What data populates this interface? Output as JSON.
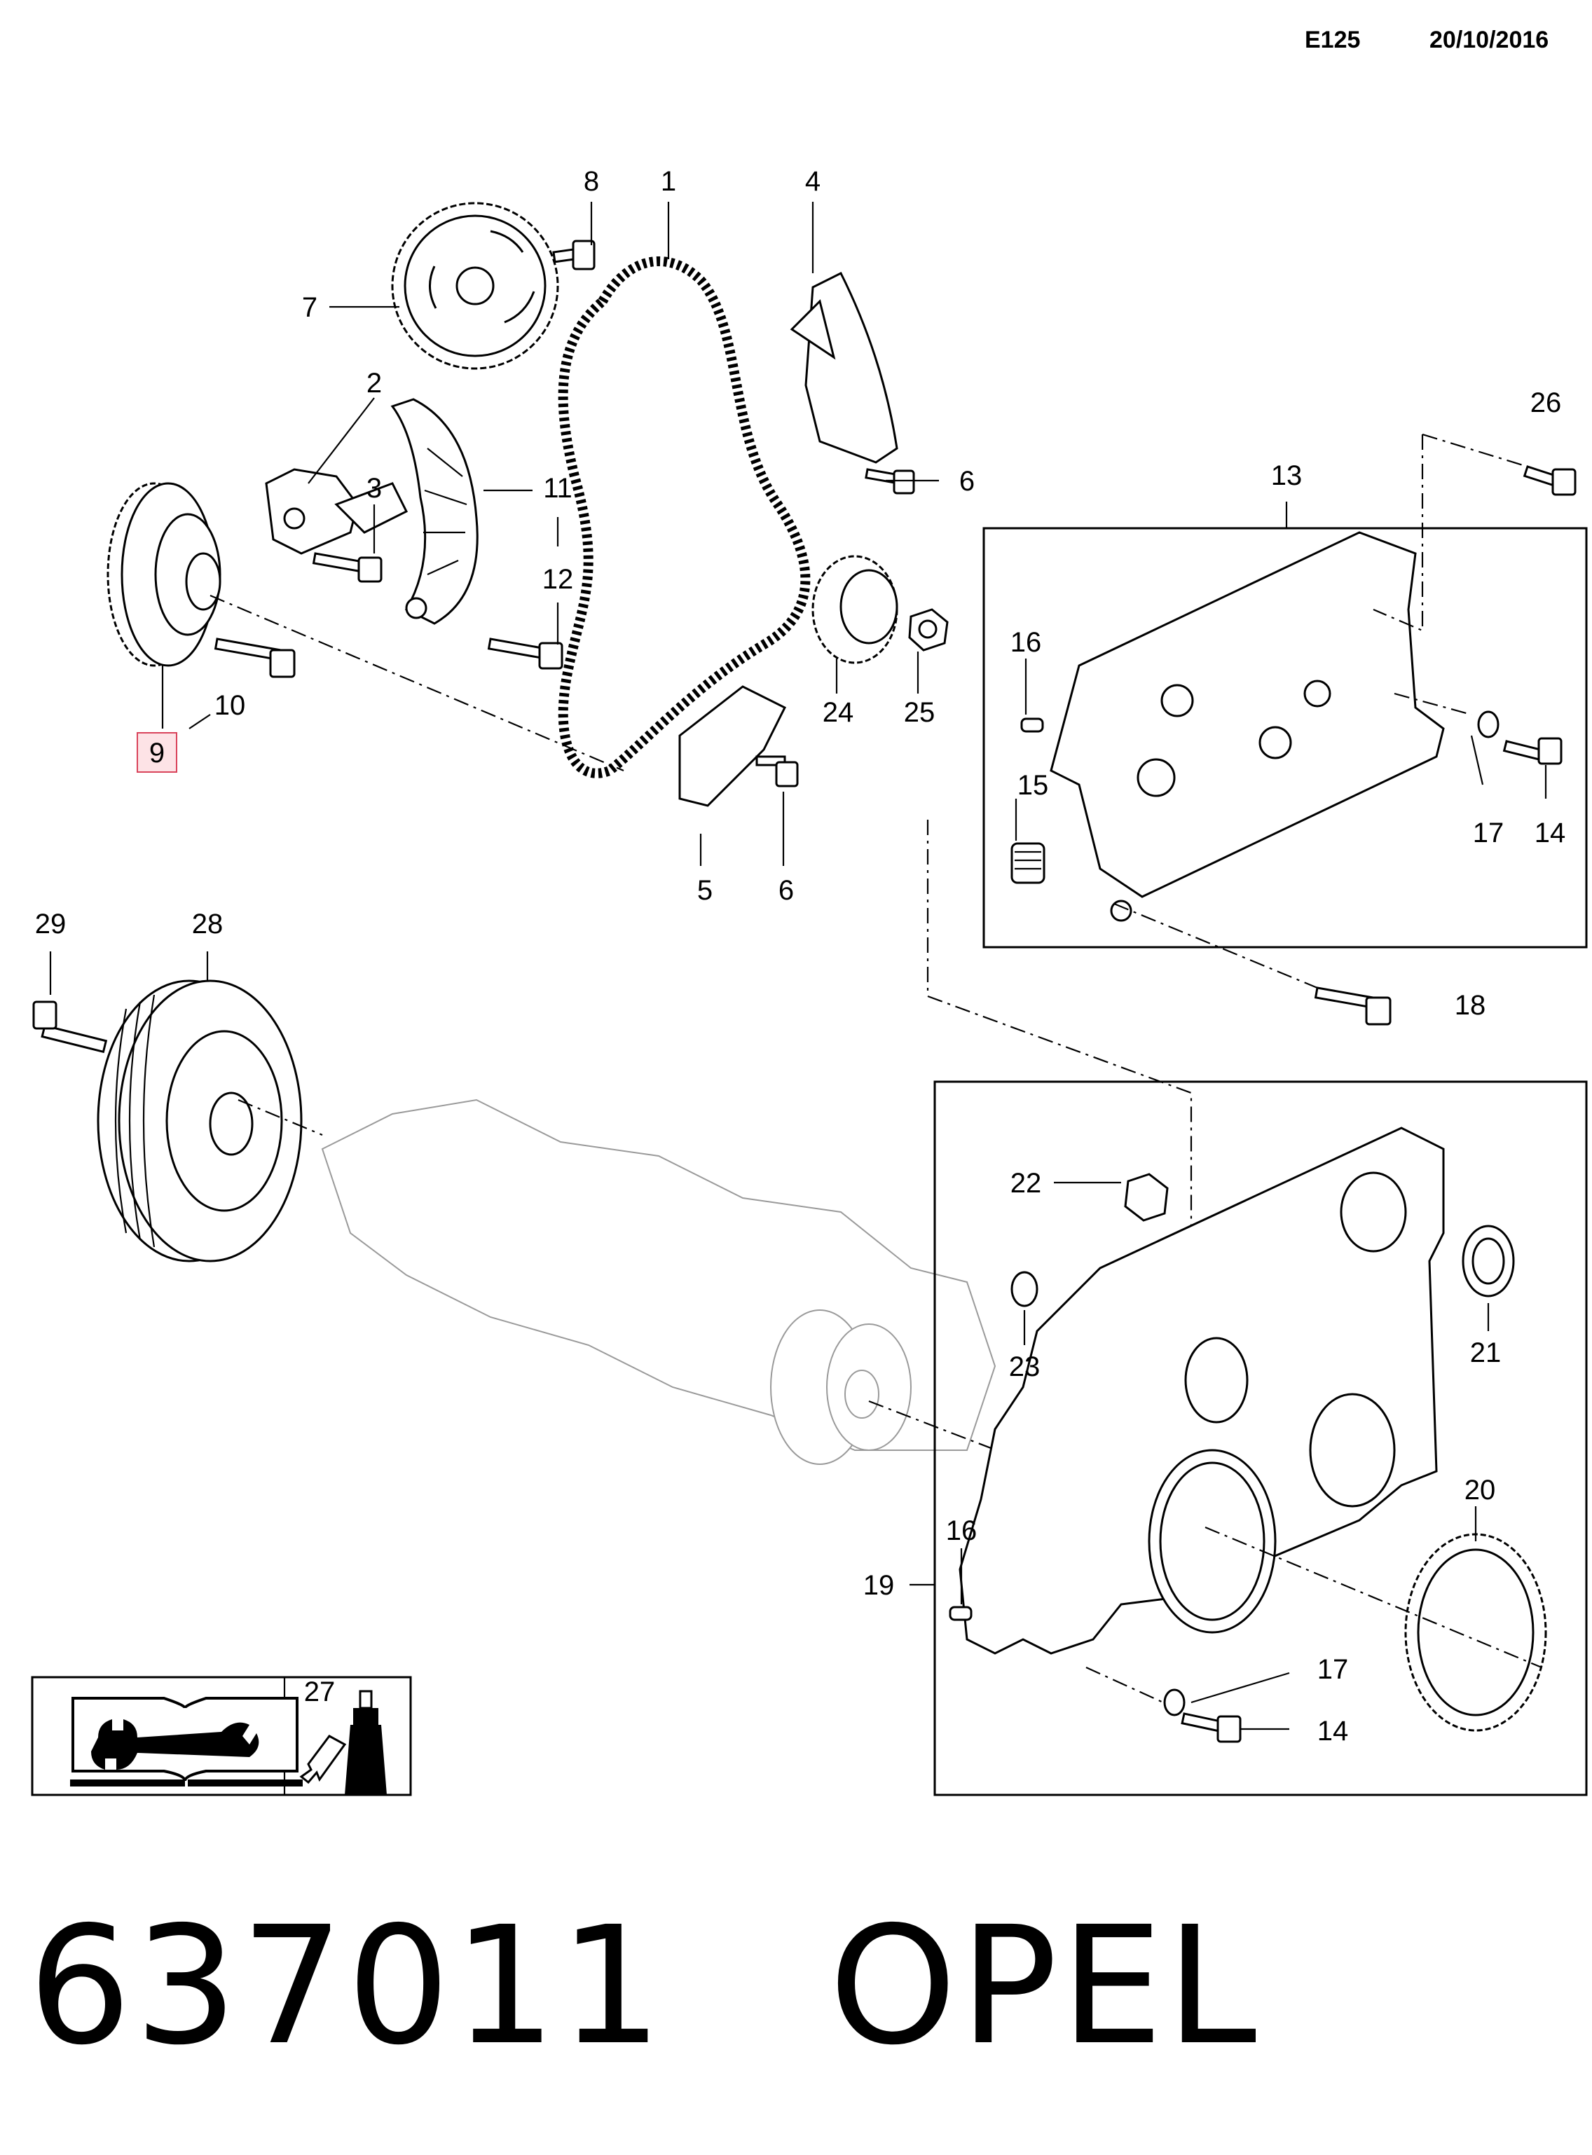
{
  "header": {
    "code": "E125",
    "date": "20/10/2016"
  },
  "footer": {
    "part_number": "637011",
    "brand": "OPEL"
  },
  "highlighted_callout": "9",
  "callouts": {
    "c1": "1",
    "c2": "2",
    "c3": "3",
    "c4": "4",
    "c5": "5",
    "c6a": "6",
    "c6b": "6",
    "c7": "7",
    "c8": "8",
    "c9": "9",
    "c10": "10",
    "c11": "11",
    "c12": "12",
    "c13": "13",
    "c14a": "14",
    "c14b": "14",
    "c15": "15",
    "c16a": "16",
    "c16b": "16",
    "c17a": "17",
    "c17b": "17",
    "c18": "18",
    "c19": "19",
    "c20": "20",
    "c21": "21",
    "c22": "22",
    "c23": "23",
    "c24": "24",
    "c25": "25",
    "c26": "26",
    "c27": "27",
    "c28": "28",
    "c29": "29"
  },
  "icons": {
    "manual": "book-wrench-icon",
    "sealant": "sealant-tube-icon"
  }
}
